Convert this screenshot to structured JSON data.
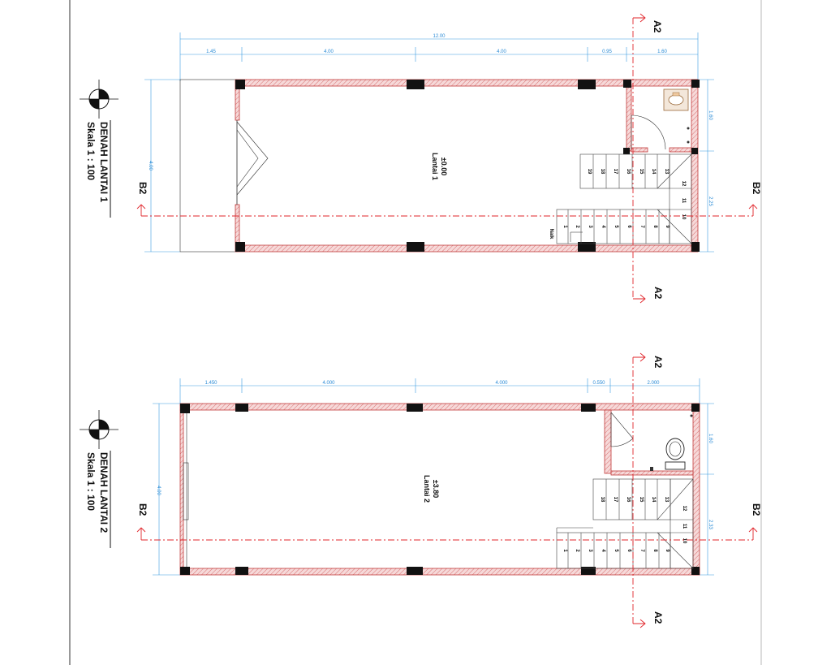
{
  "plans": [
    {
      "id": "lantai-1",
      "title": "DENAH LANTAI 1",
      "scale": "Skala 1 : 100",
      "elevation": "±0.00",
      "room_label": "Lantai 1",
      "overall_dim": "12.00",
      "segment_dims": [
        "1.45",
        "4.00",
        "4.00",
        "0.95",
        "1.60"
      ],
      "height_dim": "4.00",
      "right_dims": [
        "1.60",
        "2.25"
      ],
      "stair_top": [
        "19",
        "18",
        "17",
        "16",
        "15",
        "14",
        "13"
      ],
      "stair_bottom": [
        "1",
        "2",
        "3",
        "4",
        "5",
        "6",
        "7",
        "8",
        "9"
      ],
      "stair_landing": [
        "12",
        "11",
        "10"
      ],
      "stair_note": "Naik",
      "section_vertical": "A2",
      "section_horizontal": "B2"
    },
    {
      "id": "lantai-2",
      "title": "DENAH LANTAI 2",
      "scale": "Skala 1 : 100",
      "elevation": "±3.80",
      "room_label": "Lantai 2",
      "segment_dims": [
        "1.450",
        "4.000",
        "4.000",
        "0.550",
        "2.000"
      ],
      "height_dim": "4.00",
      "right_dims": [
        "1.60",
        "2.33"
      ],
      "stair_top": [
        "18",
        "17",
        "16",
        "15",
        "14",
        "13"
      ],
      "stair_bottom": [
        "1",
        "2",
        "3",
        "4",
        "5",
        "6",
        "7",
        "8",
        "9"
      ],
      "stair_landing": [
        "12",
        "11",
        "10"
      ],
      "section_vertical": "A2",
      "section_horizontal": "B2"
    }
  ]
}
